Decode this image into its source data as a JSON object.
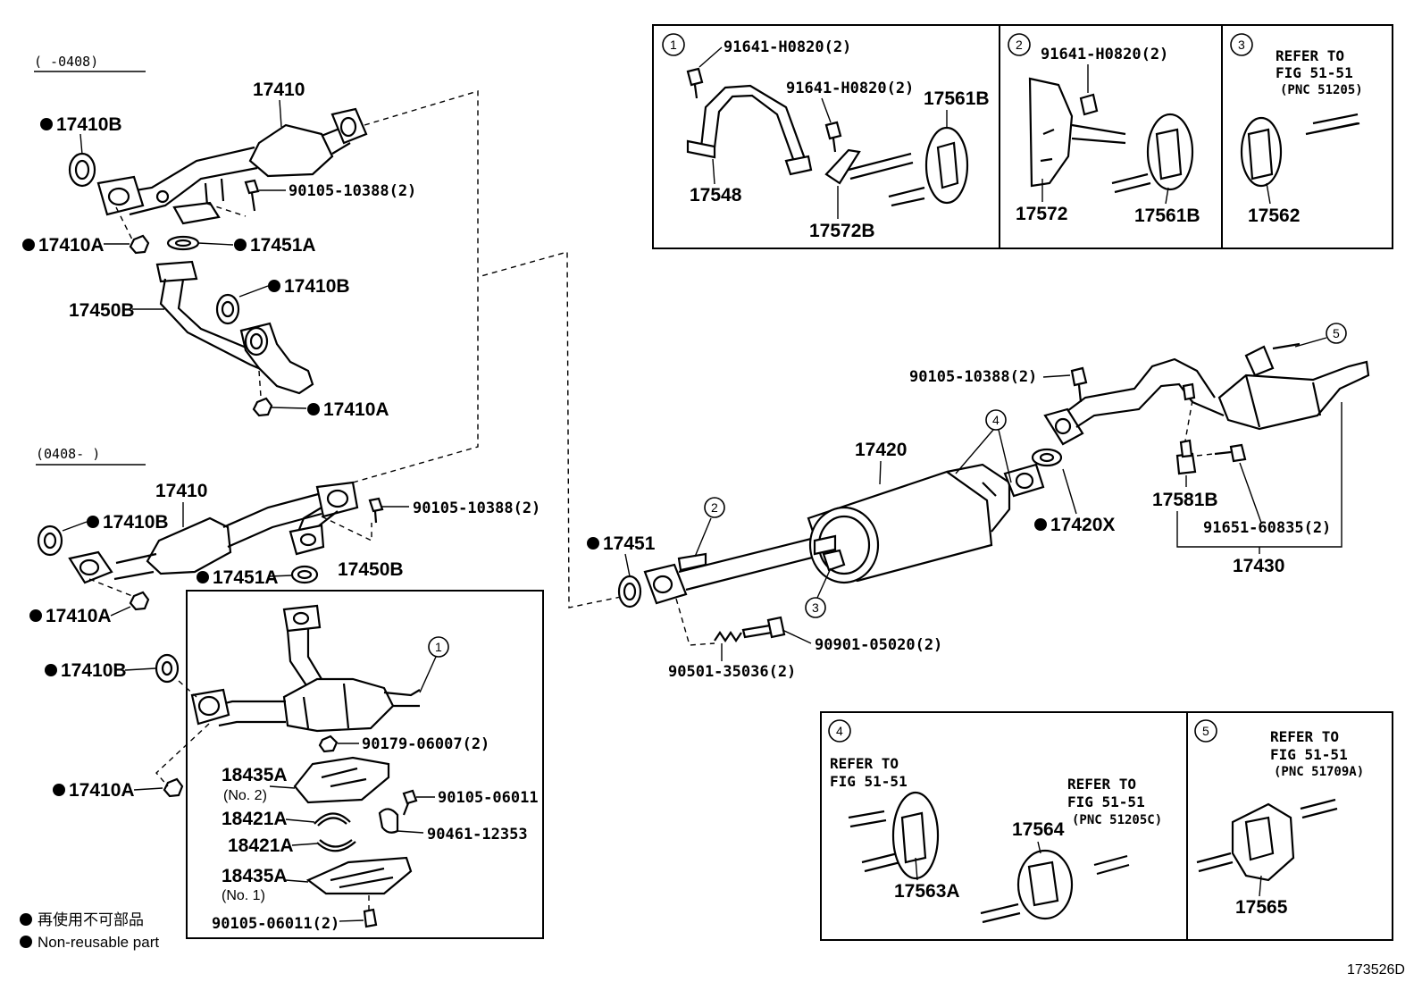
{
  "top_left_era": "(      -0408)",
  "mid_left_era": "(0408-      )",
  "labels": {
    "p17410_a": "17410",
    "p17410B_a": "17410B",
    "p90105_10388_a": "90105-10388(2)",
    "p17410A_a": "17410A",
    "p17451A_a": "17451A",
    "p17450B_a": "17450B",
    "p17410B_b": "17410B",
    "p17410A_b": "17410A",
    "p17410_b": "17410",
    "p17410B_c": "17410B",
    "p90105_10388_b": "90105-10388(2)",
    "p17451A_b": "17451A",
    "p17450B_b": "17450B",
    "p17410A_c": "17410A",
    "p17410B_d": "17410B",
    "p17410A_d": "17410A",
    "p90179": "90179-06007(2)",
    "p18435A_2": "18435A",
    "no2": "(No. 2)",
    "p90105_06011": "90105-06011",
    "p18421A_1": "18421A",
    "p18421A_2": "18421A",
    "p90461": "90461-12353",
    "p18435A_1": "18435A",
    "no1": "(No. 1)",
    "p90105_06011_2": "90105-06011(2)",
    "p17451": "17451",
    "p17420": "17420",
    "p17420X": "17420X",
    "p90105_10388_c": "90105-10388(2)",
    "p17581B": "17581B",
    "p91651": "91651-60835(2)",
    "p17430": "17430",
    "p90901": "90901-05020(2)",
    "p90501": "90501-35036(2)"
  },
  "callouts": [
    "1",
    "2",
    "3",
    "4",
    "5"
  ],
  "detail_1": {
    "num": "1",
    "bolt_a": "91641-H0820(2)",
    "bolt_b": "91641-H0820(2)",
    "hanger": "17561B",
    "bracket": "17548",
    "stay": "17572B"
  },
  "detail_2": {
    "num": "2",
    "bolt": "91641-H0820(2)",
    "bracket": "17572",
    "hanger": "17561B"
  },
  "detail_3": {
    "num": "3",
    "ref_1": "REFER TO",
    "ref_2": "FIG 51-51",
    "ref_3": "(PNC 51205)",
    "hanger": "17562"
  },
  "detail_4": {
    "num": "4",
    "ref_a1": "REFER TO",
    "ref_a2": "FIG 51-51",
    "ref_b1": "REFER TO",
    "ref_b2": "FIG 51-51",
    "ref_b3": "(PNC 51205C)",
    "hanger_a": "17563A",
    "hanger_b": "17564"
  },
  "detail_5": {
    "num": "5",
    "ref_1": "REFER TO",
    "ref_2": "FIG 51-51",
    "ref_3": "(PNC 51709A)",
    "hanger": "17565"
  },
  "legend": {
    "jp": "再使用不可部品",
    "en": "Non-reusable part"
  },
  "figure_code": "173526D"
}
